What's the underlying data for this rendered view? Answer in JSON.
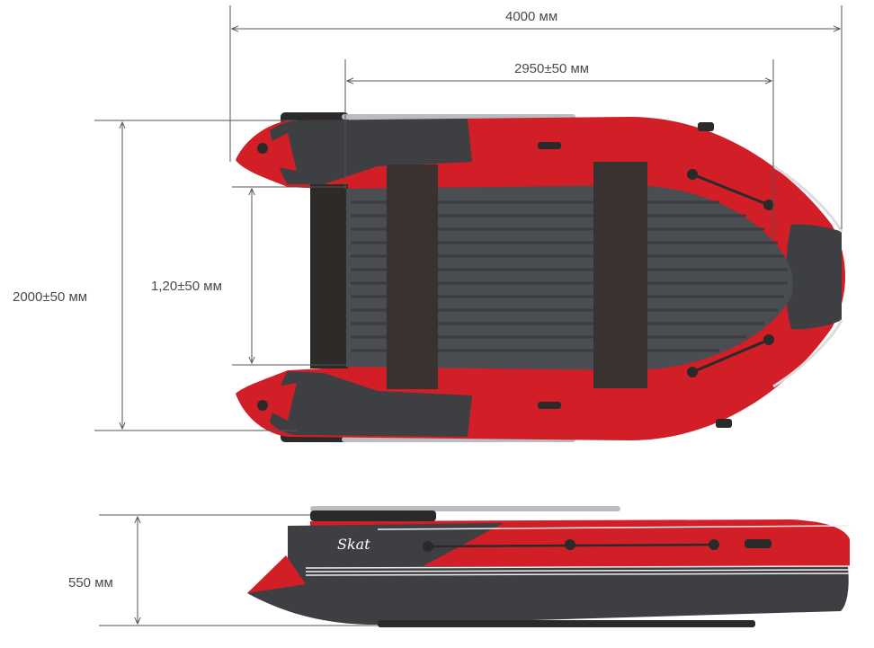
{
  "dimensions": {
    "length_overall": "4000 мм",
    "length_inner": "2950±50 мм",
    "width_overall": "2000±50 мм",
    "width_inner": "1,20±50 мм",
    "height": "550 мм"
  },
  "branding": {
    "logo_text": "Skat"
  },
  "colors": {
    "hull_red": "#d21e26",
    "tube_dark": "#3d3f42",
    "floor": "#4a4d51",
    "bench": "#3a3230",
    "dimension_line": "#555555"
  }
}
